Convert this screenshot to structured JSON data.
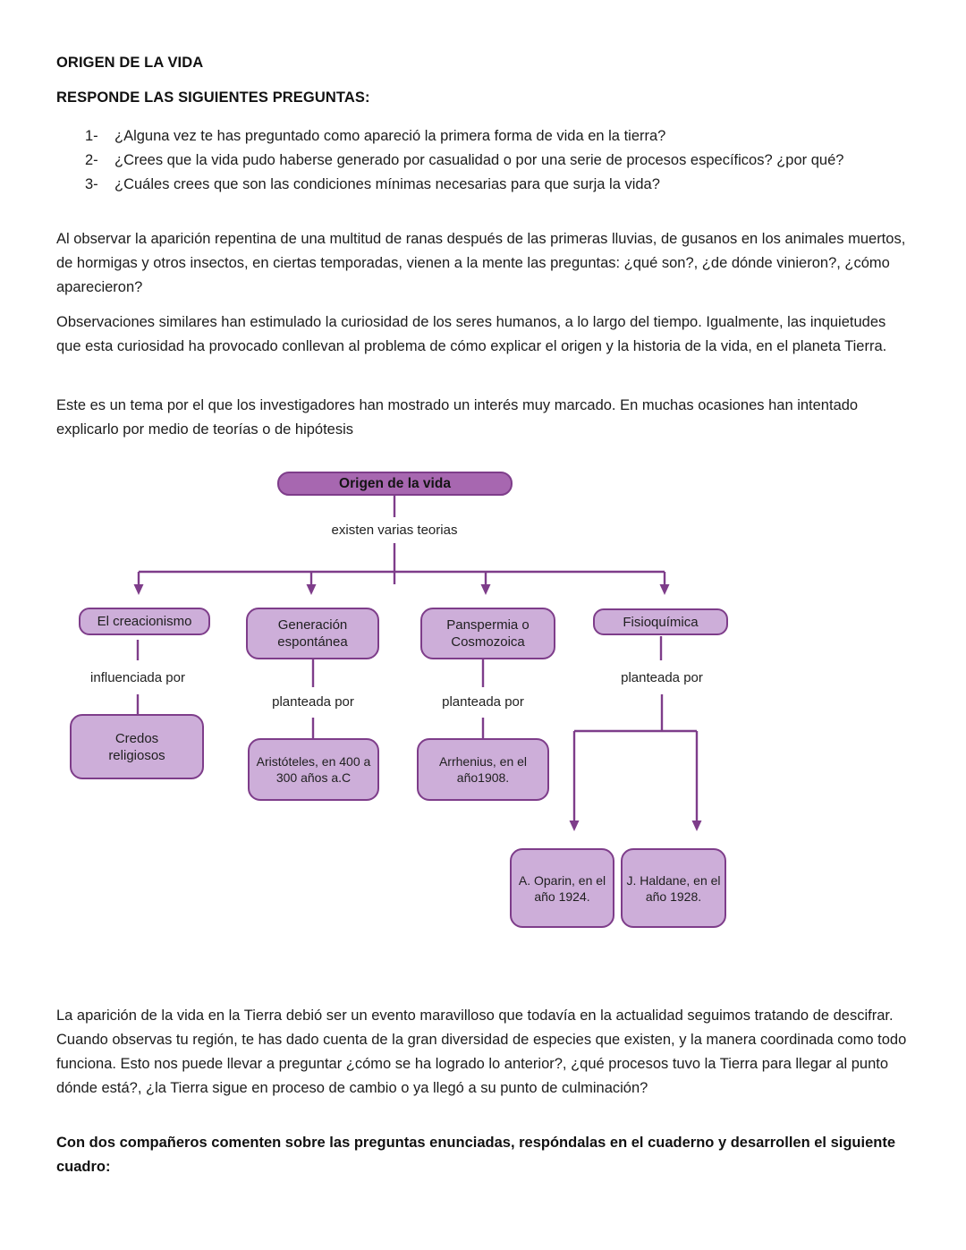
{
  "header": {
    "title": "ORIGEN DE LA VIDA",
    "subtitle": "RESPONDE LAS SIGUIENTES PREGUNTAS:"
  },
  "questions": [
    {
      "num": "1-",
      "text": "¿Alguna vez te has preguntado como apareció la primera forma de vida en la tierra?"
    },
    {
      "num": "2-",
      "text": "¿Crees que la vida pudo haberse generado por casualidad o por una serie de procesos específicos? ¿por qué?"
    },
    {
      "num": "3-",
      "text": "¿Cuáles crees que son las condiciones mínimas necesarias para que surja la vida?"
    }
  ],
  "paragraphs": {
    "p1": "Al observar la aparición repentina de una multitud de ranas después de las primeras lluvias, de gusanos en los animales muertos, de hormigas y otros insectos, en ciertas temporadas, vienen a la mente las preguntas: ¿qué son?, ¿de dónde vinieron?, ¿cómo aparecieron?",
    "p2": "Observaciones similares han estimulado la curiosidad de los seres humanos, a lo largo del tiempo. Igualmente, las inquietudes que esta curiosidad ha provocado conllevan al problema de cómo explicar el origen y la historia de la vida, en el planeta Tierra.",
    "p3": "Este es un tema por el que los investigadores han mostrado un interés muy marcado. En muchas ocasiones han intentado explicarlo por medio de teorías o de hipótesis",
    "p4": "La aparición de la vida en la Tierra debió ser un evento maravilloso que todavía en la actualidad seguimos tratando de descifrar. Cuando observas tu región, te has dado cuenta de la gran diversidad de especies que existen, y la manera coordinada como todo funciona. Esto nos puede llevar a preguntar ¿cómo se ha logrado lo anterior?, ¿qué procesos tuvo la Tierra para llegar al punto dónde está?, ¿la Tierra sigue en proceso de cambio o ya llegó a su punto de culminación?",
    "p5_bold": "Con dos compañeros comenten sobre las preguntas enunciadas, respóndalas en el cuaderno y desarrollen el siguiente cuadro:"
  },
  "diagram": {
    "root": "Origen de la vida",
    "root_label": "existen varias teorias",
    "columns": [
      {
        "box": "El creacionismo",
        "connector": "influenciada por",
        "child": "Credos\nreligiosos"
      },
      {
        "box": "Generación\nespontánea",
        "connector": "planteada por",
        "child": "Aristóteles, en 400 a\n300 años a.C"
      },
      {
        "box": "Panspermia o\nCosmozoica",
        "connector": "planteada por",
        "child": "Arrhenius, en el\naño1908."
      },
      {
        "box": "Fisioquímica",
        "connector": "planteada por",
        "children": [
          "A. Oparin, en el\naño 1924.",
          "J. Haldane, en el\naño 1928."
        ]
      }
    ]
  },
  "colors": {
    "line": "#7e3d8a",
    "box_fill": "#cdaed9",
    "root_fill": "#a767b0",
    "text": "#1c1c1c"
  }
}
